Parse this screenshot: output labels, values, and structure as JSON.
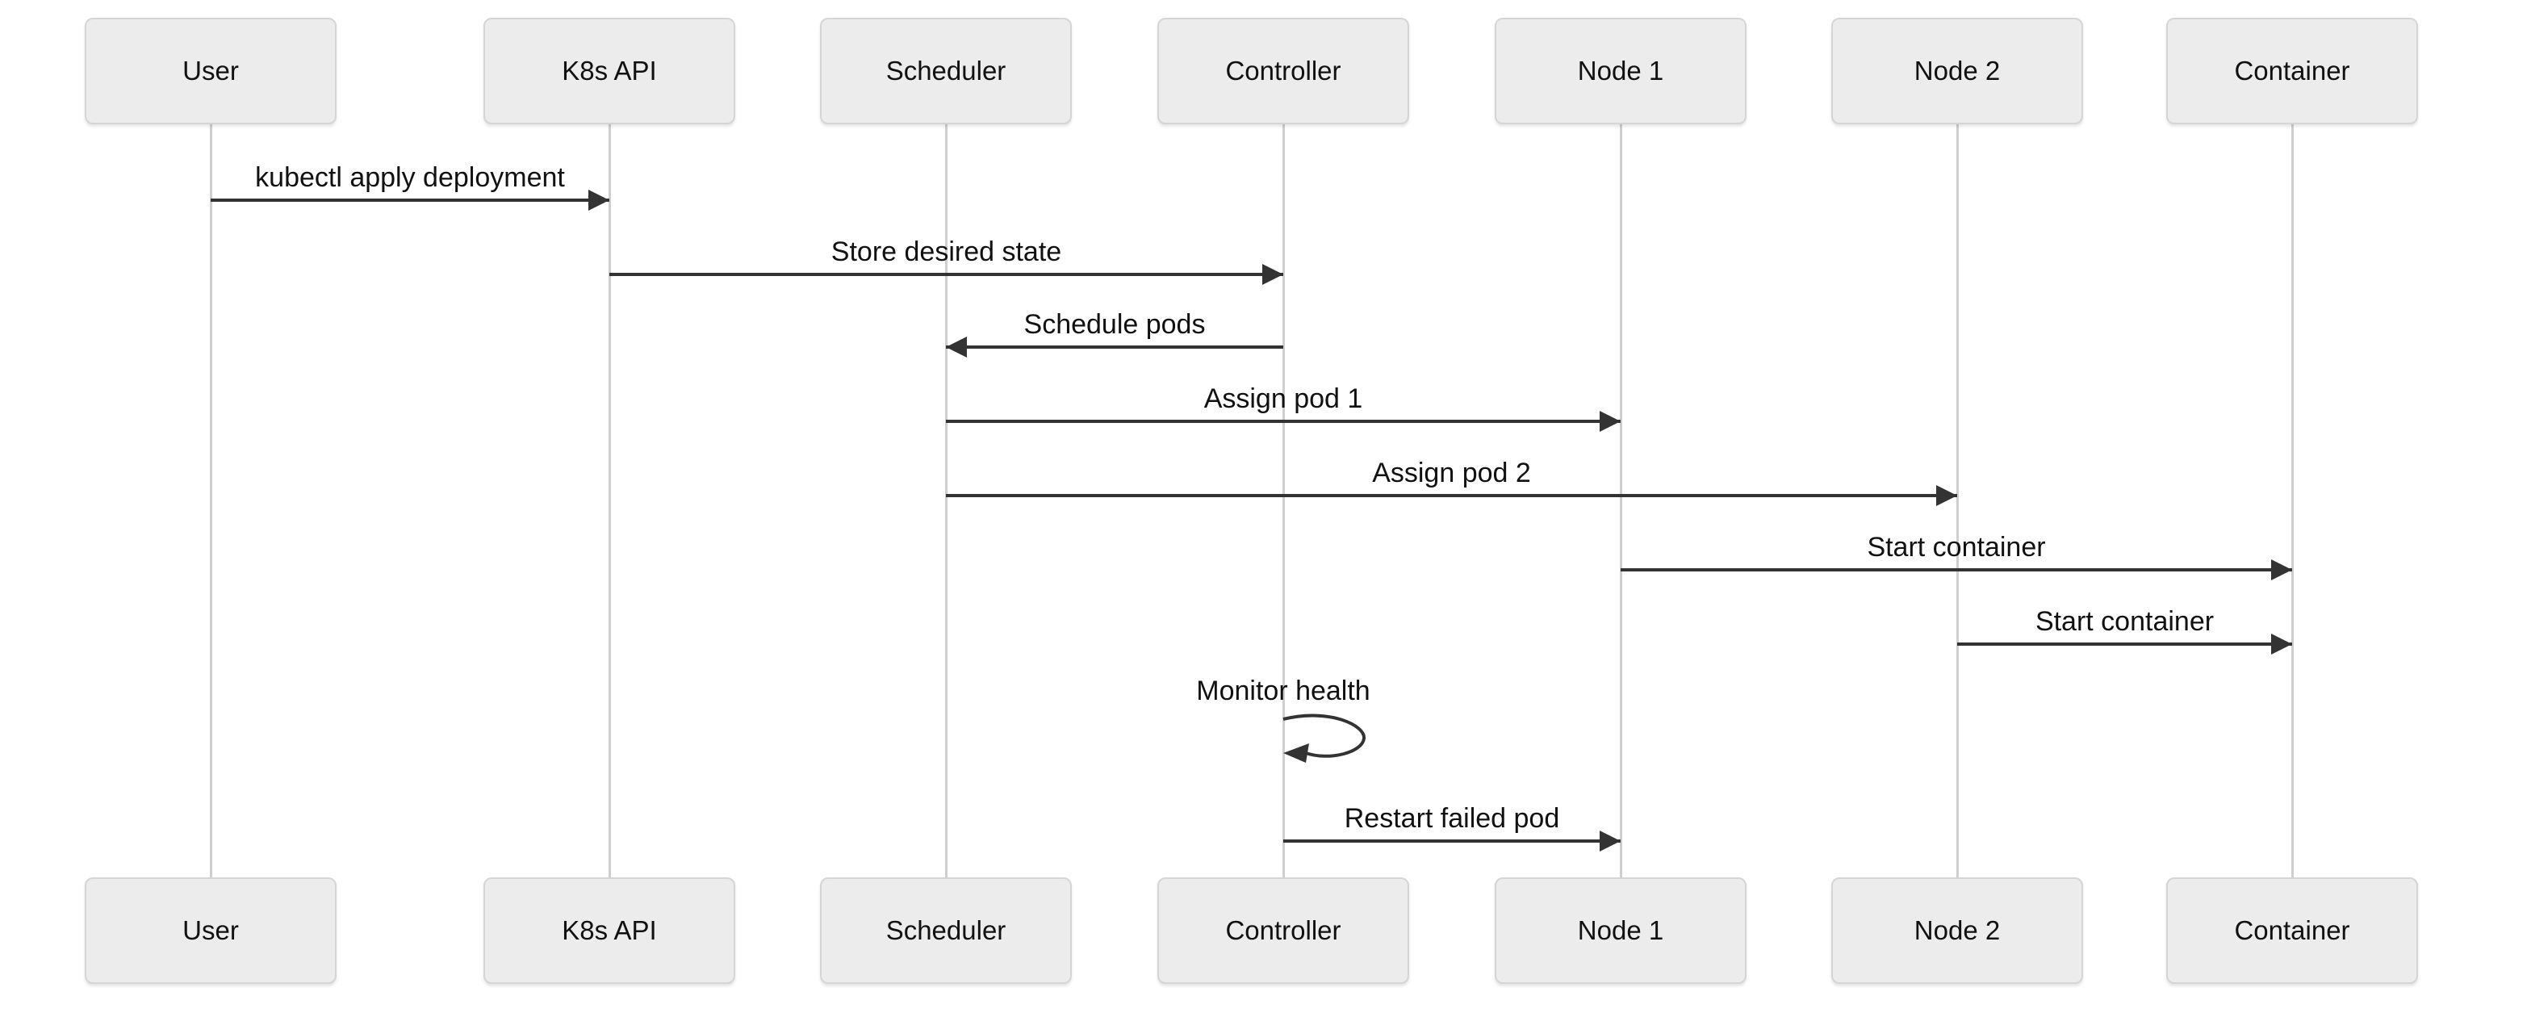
{
  "diagram": {
    "type": "sequence",
    "participants": [
      "User",
      "K8s API",
      "Scheduler",
      "Controller",
      "Node 1",
      "Node 2",
      "Container"
    ],
    "messages": [
      {
        "from": "User",
        "to": "K8s API",
        "label": "kubectl apply deployment",
        "direction": "right"
      },
      {
        "from": "K8s API",
        "to": "Controller",
        "label": "Store desired state",
        "direction": "right"
      },
      {
        "from": "Controller",
        "to": "Scheduler",
        "label": "Schedule pods",
        "direction": "left"
      },
      {
        "from": "Scheduler",
        "to": "Node 1",
        "label": "Assign pod 1",
        "direction": "right"
      },
      {
        "from": "Scheduler",
        "to": "Node 2",
        "label": "Assign pod 2",
        "direction": "right"
      },
      {
        "from": "Node 1",
        "to": "Container",
        "label": "Start container",
        "direction": "right"
      },
      {
        "from": "Node 2",
        "to": "Container",
        "label": "Start container",
        "direction": "right"
      },
      {
        "from": "Controller",
        "to": "Controller",
        "label": "Monitor health",
        "direction": "self"
      },
      {
        "from": "Controller",
        "to": "Node 1",
        "label": "Restart failed pod",
        "direction": "right"
      }
    ],
    "colors": {
      "background": "#ffffff",
      "actor_fill": "#ececec",
      "actor_border": "#d5d5d5",
      "lifeline": "#cfcfcf",
      "arrow": "#333333",
      "text": "#111111"
    }
  }
}
